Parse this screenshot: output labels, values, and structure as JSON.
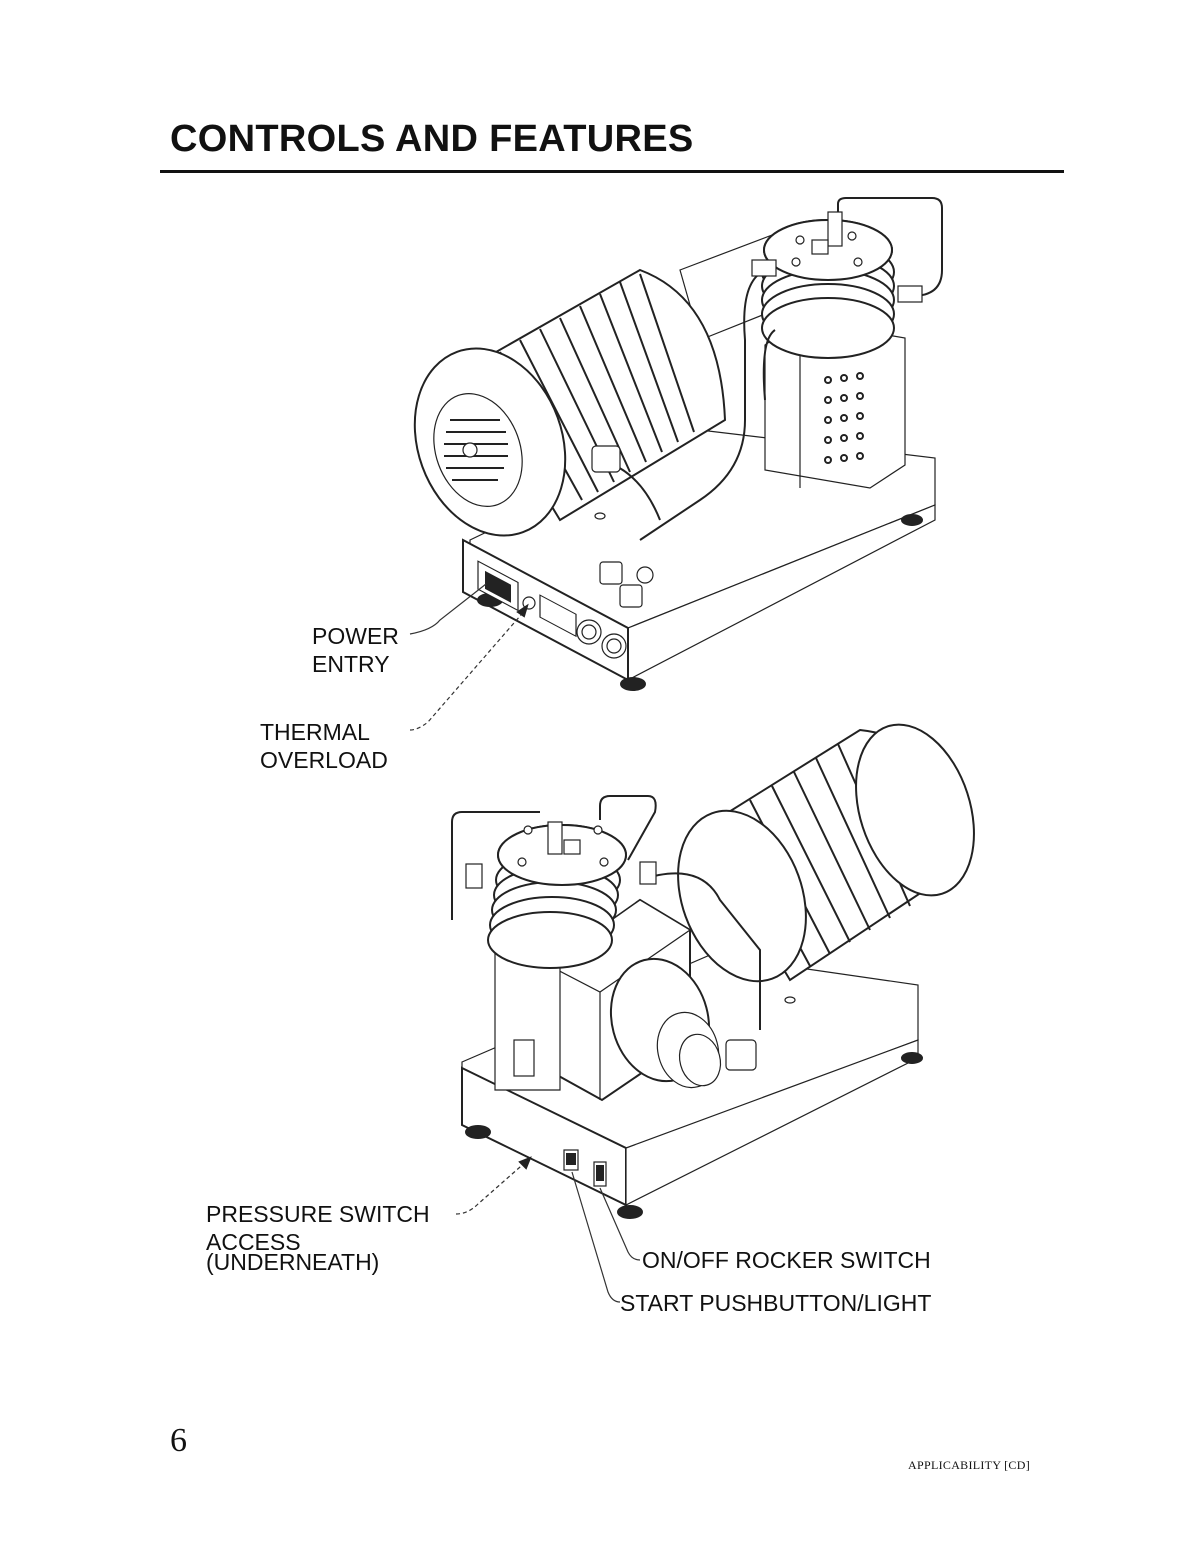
{
  "page": {
    "title": "CONTROLS AND FEATURES",
    "page_number": "6",
    "applicability": "APPLICABILITY [CD]"
  },
  "figure_top": {
    "callouts": {
      "power_entry_line1": "POWER",
      "power_entry_line2": "ENTRY",
      "thermal_overload_line1": "THERMAL",
      "thermal_overload_line2": "OVERLOAD"
    }
  },
  "figure_bottom": {
    "callouts": {
      "pressure_switch_line1": "PRESSURE SWITCH",
      "pressure_switch_line2": "ACCESS",
      "pressure_switch_line3": "(UNDERNEATH)",
      "rocker_switch": "ON/OFF ROCKER SWITCH",
      "start_pushbutton": "START PUSHBUTTON/LIGHT"
    }
  }
}
